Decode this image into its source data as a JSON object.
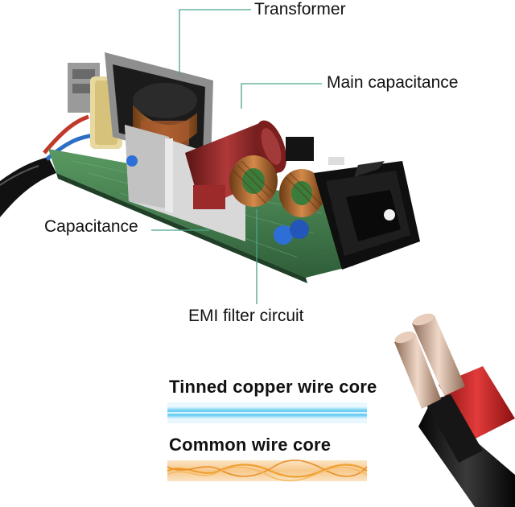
{
  "labels": {
    "transformer": "Transformer",
    "main_capacitance": "Main capacitance",
    "capacitance": "Capacitance",
    "emi_filter": "EMI filter circuit"
  },
  "wire_legend": {
    "tinned": "Tinned copper wire core",
    "common": "Common wire core"
  },
  "colors": {
    "leader_line": "#4aa38d",
    "pcb_green": "#3f7a4a",
    "tinned_core": "#5bc8ef",
    "common_core": "#f2a43a",
    "cable_red": "#d42a2a",
    "cable_black": "#1a1a1a"
  }
}
